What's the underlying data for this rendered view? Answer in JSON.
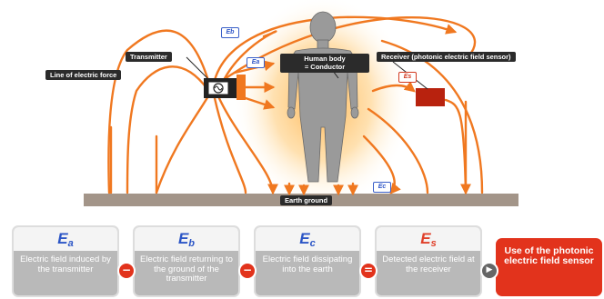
{
  "labels": {
    "transmitter": "Transmitter",
    "line_of_force": "Line of electric force",
    "human_body": "Human body\n= Conductor",
    "receiver": "Receiver (photonic electric field sensor)",
    "earth_ground": "Earth ground"
  },
  "badges": {
    "ea": "Ea",
    "eb": "Eb",
    "ec": "Ec",
    "es": "Es"
  },
  "equation": {
    "panels": [
      {
        "symbol": "E",
        "subscript": "a",
        "text": "Electric field induced by the transmitter"
      },
      {
        "symbol": "E",
        "subscript": "b",
        "text": "Electric field returning to the ground of the transmitter"
      },
      {
        "symbol": "E",
        "subscript": "c",
        "text": "Electric field dissipating into the earth"
      },
      {
        "symbol": "E",
        "subscript": "s",
        "text": "Detected electric field at the receiver"
      }
    ],
    "operators": [
      "−",
      "−",
      "=",
      "▶"
    ],
    "result": "Use of the photonic electric field sensor"
  },
  "colors": {
    "arrow": "#f07820",
    "ground": "#a39589",
    "body": "#9a9a9a",
    "glow": "#ffb048",
    "receiver_box": "#b8220e",
    "panel": "#b9b9b9",
    "result": "#e2331c",
    "e_blue": "#2b55c6",
    "e_red": "#e0402a"
  }
}
